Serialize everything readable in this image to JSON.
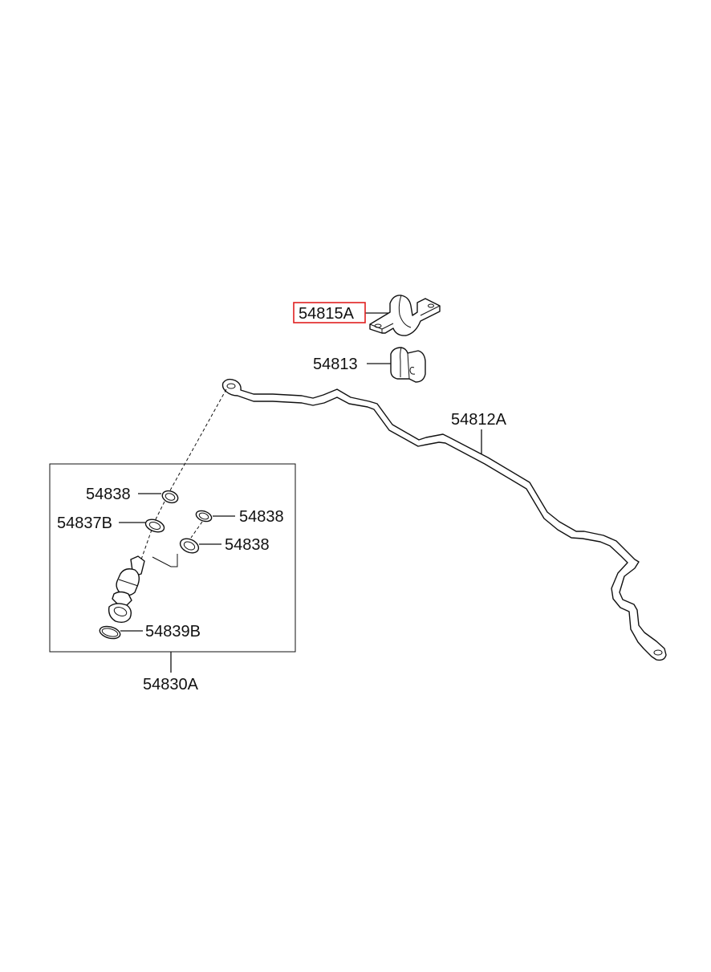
{
  "diagram": {
    "parts": {
      "p54815A": "54815A",
      "p54813": "54813",
      "p54812A": "54812A",
      "p54838_a": "54838",
      "p54837B": "54837B",
      "p54838_b": "54838",
      "p54838_c": "54838",
      "p54839B": "54839B",
      "p54830A": "54830A"
    },
    "highlighted_part": "54815A",
    "colors": {
      "highlight": "#e02020",
      "line": "#111111",
      "background": "#ffffff"
    }
  }
}
